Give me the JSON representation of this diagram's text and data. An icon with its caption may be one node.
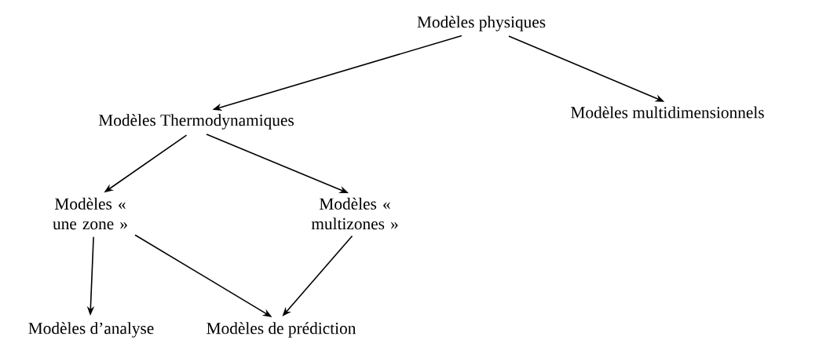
{
  "diagram": {
    "nodes": [
      {
        "text": [
          "Modèles physiques"
        ]
      },
      {
        "text": [
          "Modèles Thermodynamiques"
        ]
      },
      {
        "text": [
          "Modèles multidimensionnels"
        ]
      },
      {
        "text": [
          "Modèles « une zone »"
        ]
      },
      {
        "text": [
          "Modèles « multizones »"
        ]
      },
      {
        "text": [
          "Modèles d’analyse"
        ]
      },
      {
        "text": [
          "Modèles de prédiction"
        ]
      }
    ],
    "edges": [
      {
        "from": 0,
        "to": 1,
        "arrow": "to"
      },
      {
        "from": 0,
        "to": 2,
        "arrow": "to"
      },
      {
        "from": 1,
        "to": 3,
        "arrow": "to"
      },
      {
        "from": 1,
        "to": 4,
        "arrow": "to"
      },
      {
        "from": 3,
        "to": 5,
        "arrow": "to"
      },
      {
        "from": 3,
        "to": 6,
        "arrow": "to"
      },
      {
        "from": 4,
        "to": 6,
        "arrow": "to"
      }
    ]
  }
}
